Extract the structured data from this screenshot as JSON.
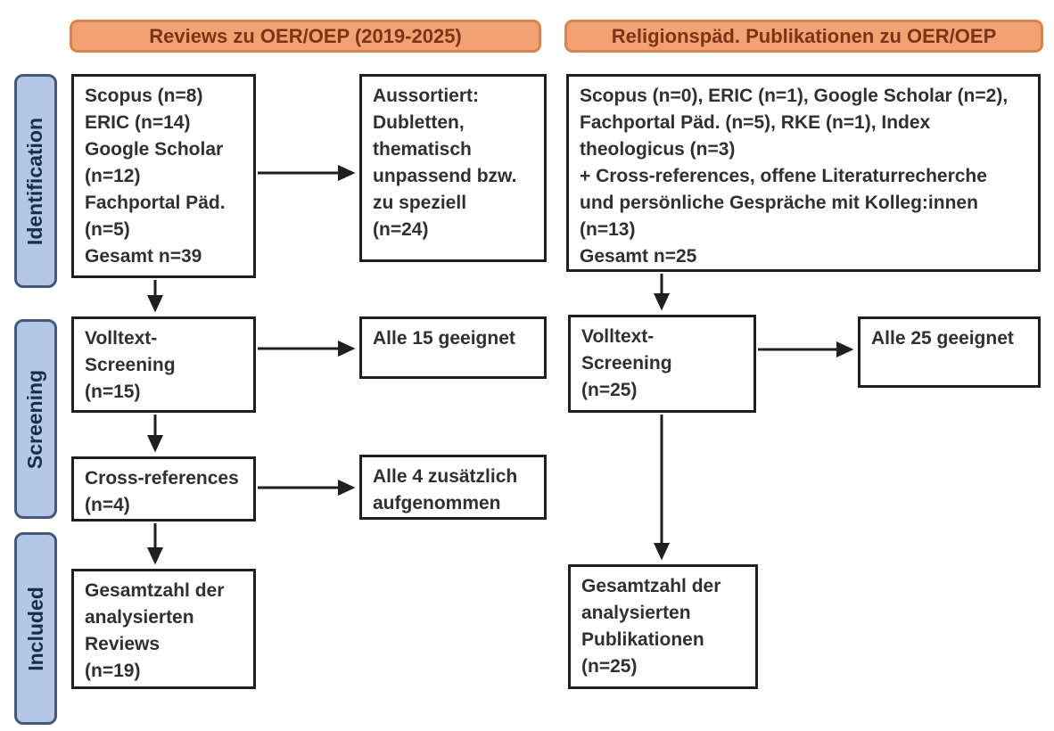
{
  "colors": {
    "header_fill": "#f2a173",
    "header_border": "#d9834f",
    "header_text": "#7b3514",
    "stage_fill": "#b4c7e7",
    "stage_border": "#44587c",
    "stage_text": "#1c2c4e",
    "box_border": "#1f1f1f",
    "box_fill": "#ffffff",
    "text": "#303030",
    "arrow": "#1f1f1f"
  },
  "headers": {
    "left": "Reviews zu OER/OEP (2019-2025)",
    "right": "Religionspäd. Publikationen zu OER/OEP"
  },
  "stages": [
    {
      "label": "Identification"
    },
    {
      "label": "Screening"
    },
    {
      "label": "Included"
    }
  ],
  "boxes": {
    "left_identification": "Scopus (n=8)\nERIC (n=14)\nGoogle Scholar\n(n=12)\nFachportal Päd.\n(n=5)\nGesamt n=39",
    "left_excluded": "Aussortiert:\nDubletten,\nthematisch\nunpassend bzw.\nzu speziell\n(n=24)",
    "left_screening": "Volltext-\nScreening\n(n=15)",
    "left_screening_result": "Alle 15 geeignet",
    "left_crossref": "Cross-references\n(n=4)",
    "left_crossref_result": "Alle 4 zusätzlich\naufgenommen",
    "left_included": "Gesamtzahl der\nanalysierten\nReviews\n(n=19)",
    "right_identification": "Scopus (n=0), ERIC (n=1), Google Scholar (n=2),\nFachportal Päd. (n=5), RKE (n=1), Index\ntheologicus (n=3)\n+ Cross-references, offene Literaturrecherche\nund persönliche Gespräche mit Kolleg:innen\n(n=13)\nGesamt n=25",
    "right_screening": "Volltext-\nScreening\n(n=25)",
    "right_screening_result": "Alle 25 geeignet",
    "right_included": "Gesamtzahl der\nanalysierten\nPublikationen\n(n=25)"
  }
}
